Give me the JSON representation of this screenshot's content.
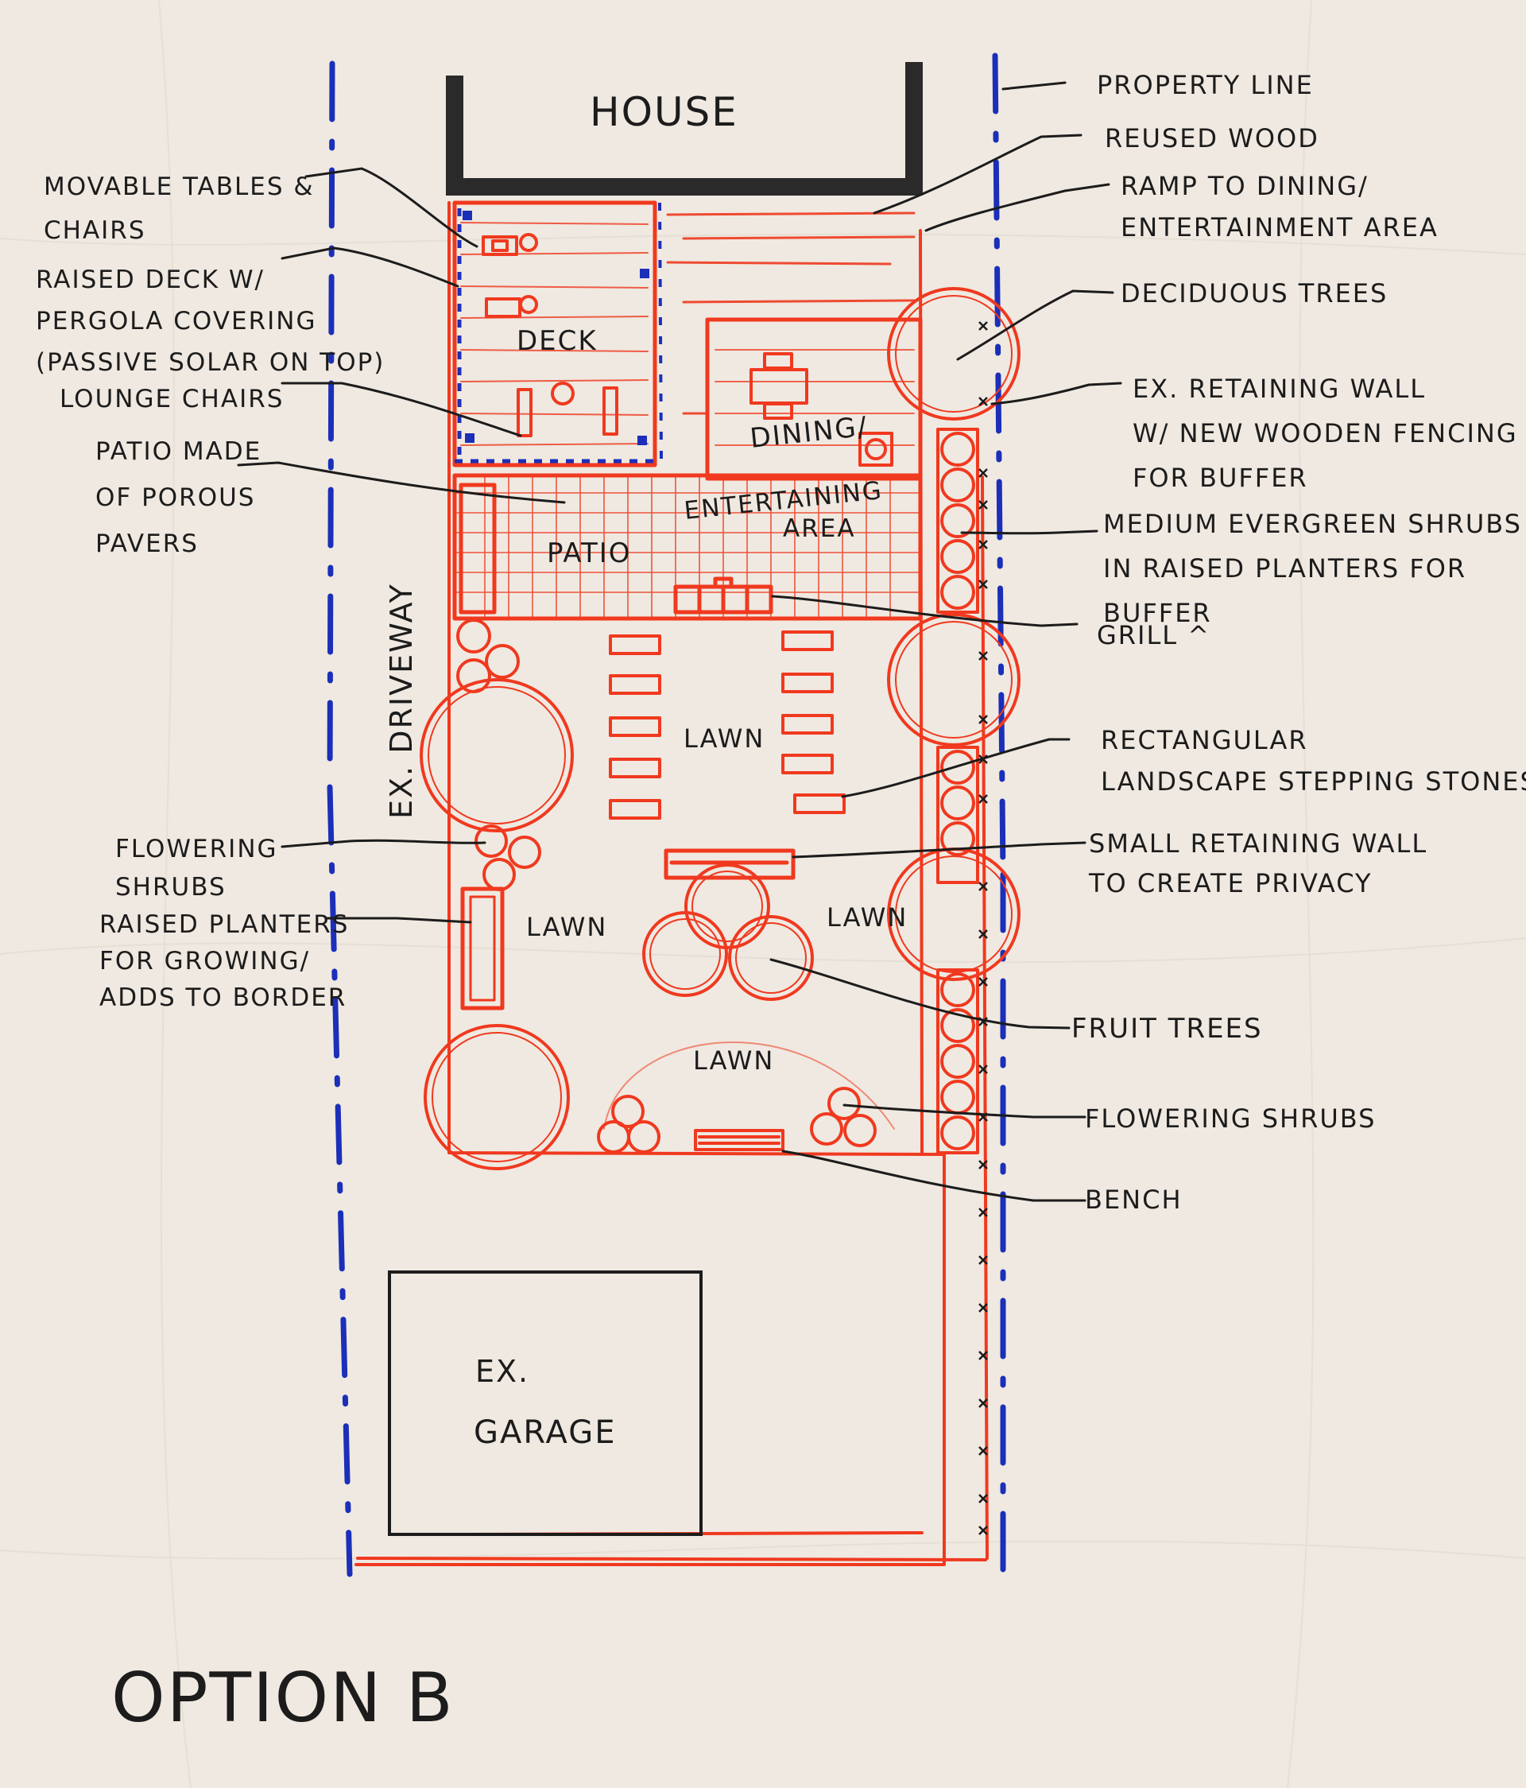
{
  "title": "HOUSE",
  "option": "OPTION B",
  "plan_labels": {
    "deck": "DECK",
    "dining": "DINING/",
    "entertaining": "ENTERTAINING",
    "area": "AREA",
    "patio": "PATIO",
    "lawn_center": "LAWN",
    "lawn_left": "LAWN",
    "lawn_right": "LAWN",
    "lawn_bottom": "LAWN",
    "driveway": "EX. DRIVEWAY",
    "garage_1": "EX.",
    "garage_2": "GARAGE"
  },
  "left_notes": [
    {
      "id": "movable",
      "lines": [
        "MOVABLE TABLES &",
        "CHAIRS"
      ]
    },
    {
      "id": "raised-deck",
      "lines": [
        "RAISED DECK W/",
        "PERGOLA COVERING",
        "(PASSIVE SOLAR ON TOP)"
      ]
    },
    {
      "id": "lounge",
      "lines": [
        "LOUNGE CHAIRS"
      ]
    },
    {
      "id": "patio-pavers",
      "lines": [
        "PATIO MADE",
        "OF POROUS",
        "PAVERS"
      ]
    },
    {
      "id": "flowering-left",
      "lines": [
        "FLOWERING",
        "SHRUBS"
      ]
    },
    {
      "id": "planters",
      "lines": [
        "RAISED PLANTERS",
        "FOR GROWING/",
        "ADDS TO BORDER"
      ]
    }
  ],
  "right_notes": [
    {
      "id": "property",
      "lines": [
        "PROPERTY LINE"
      ]
    },
    {
      "id": "wood",
      "lines": [
        "REUSED WOOD"
      ]
    },
    {
      "id": "ramp",
      "lines": [
        "RAMP TO DINING/",
        "ENTERTAINMENT AREA"
      ]
    },
    {
      "id": "deciduous",
      "lines": [
        "DECIDUOUS TREES"
      ]
    },
    {
      "id": "wall",
      "lines": [
        "EX. RETAINING WALL",
        "W/ NEW WOODEN FENCING",
        "FOR BUFFER"
      ]
    },
    {
      "id": "evergreen",
      "lines": [
        "MEDIUM EVERGREEN SHRUBS",
        "IN RAISED PLANTERS FOR",
        "BUFFER"
      ]
    },
    {
      "id": "grill",
      "lines": [
        "GRILL ^"
      ]
    },
    {
      "id": "stones",
      "lines": [
        "RECTANGULAR",
        "LANDSCAPE STEPPING STONES"
      ]
    },
    {
      "id": "small-wall",
      "lines": [
        "SMALL RETAINING WALL",
        "TO CREATE PRIVACY"
      ]
    },
    {
      "id": "fruit",
      "lines": [
        "FRUIT TREES"
      ]
    },
    {
      "id": "flowering-right",
      "lines": [
        "FLOWERING SHRUBS"
      ]
    },
    {
      "id": "bench",
      "lines": [
        "BENCH"
      ]
    }
  ],
  "colors": {
    "paper": "#efe9e1",
    "ink": "#1c1c1c",
    "red_marker": "#f0391f",
    "blue_marker": "#1b2fb8"
  }
}
